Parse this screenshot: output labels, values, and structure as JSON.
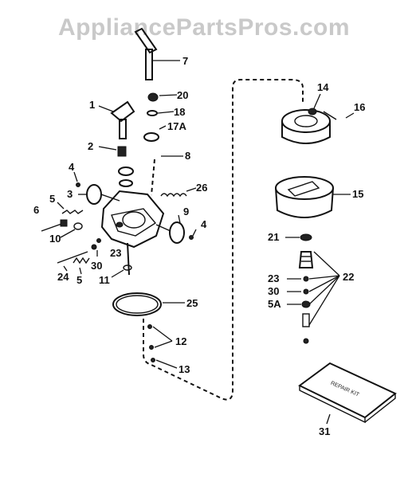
{
  "watermark": "AppliancePartsPros.com",
  "labels": {
    "p7": "7",
    "p20": "20",
    "p18": "18",
    "p17a": "17A",
    "p8": "8",
    "p26": "26",
    "p1": "1",
    "p2": "2",
    "p4a": "4",
    "p3": "3",
    "p5a": "5",
    "p6a": "6",
    "p10": "10",
    "p9": "9",
    "p4b": "4",
    "p23a": "23",
    "p30a": "30",
    "p24": "24",
    "p5b": "5",
    "p11": "11",
    "p25": "25",
    "p12": "12",
    "p13": "13",
    "p14": "14",
    "p16": "16",
    "p15": "15",
    "p21": "21",
    "p22": "22",
    "p23b": "23",
    "p30b": "30",
    "p5c": "5A",
    "p31": "31"
  },
  "kit_text": "REPAIR KIT"
}
